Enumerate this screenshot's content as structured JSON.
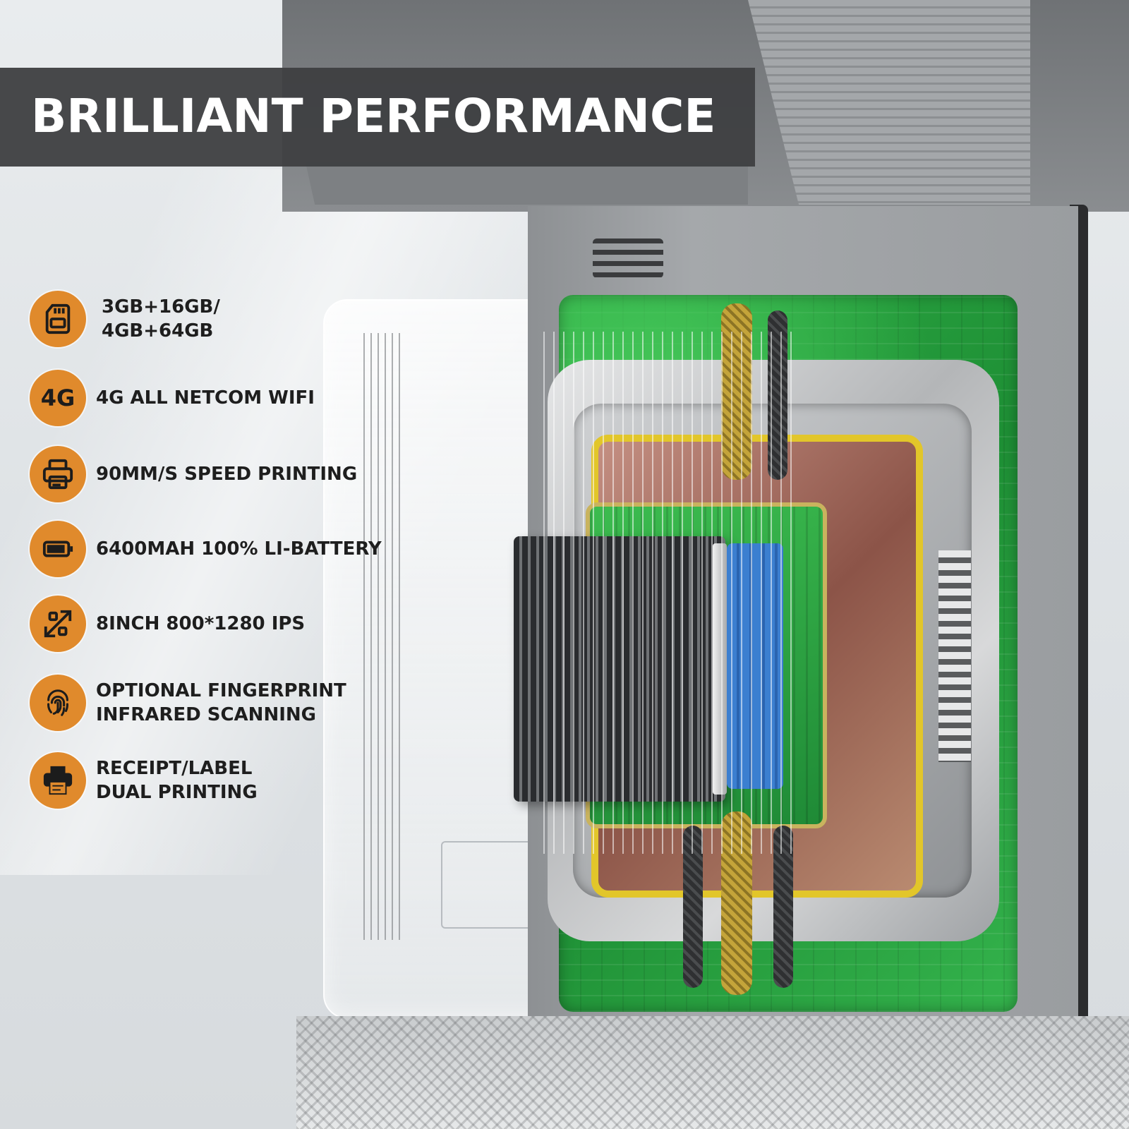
{
  "header": {
    "title": "BRILLIANT PERFORMANCE"
  },
  "colors": {
    "accent": "#e08a2c",
    "banner": "#3e3f41",
    "text": "#1e1e1e",
    "title_text": "#ffffff"
  },
  "features": [
    {
      "icon": "sd-card-icon",
      "text": "3GB+16GB/\n4GB+64GB"
    },
    {
      "icon": "4g-icon",
      "icon_text": "4G",
      "text": "4G ALL NETCOM WIFI"
    },
    {
      "icon": "printer-icon",
      "text": "90MM/S SPEED PRINTING"
    },
    {
      "icon": "battery-icon",
      "text": "6400MAH 100% LI-BATTERY"
    },
    {
      "icon": "expand-arrows-icon",
      "text": "8INCH 800*1280 IPS"
    },
    {
      "icon": "fingerprint-icon",
      "text": "OPTIONAL FINGERPRINT\nINFRARED SCANNING"
    },
    {
      "icon": "receipt-printer-icon",
      "text": "RECEIPT/LABEL\nDUAL PRINTING"
    }
  ]
}
